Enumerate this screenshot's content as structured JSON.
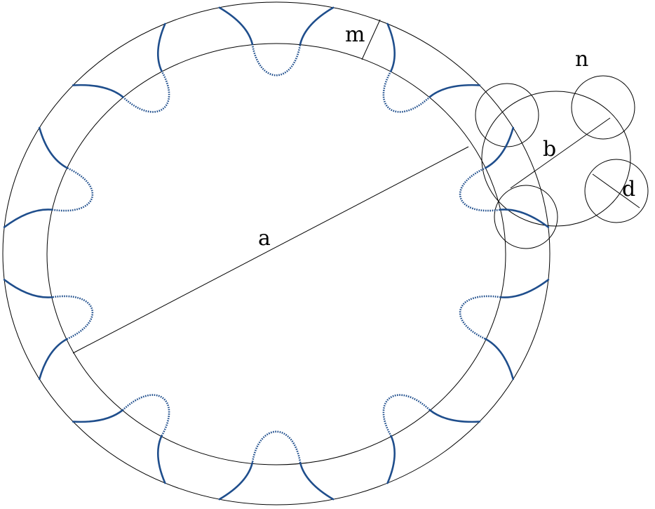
{
  "labels": {
    "a": "a",
    "b": "b",
    "m": "m",
    "n": "n",
    "d": "d"
  },
  "colors": {
    "profile": "#1f4e8c",
    "line": "#000000",
    "background": "#ffffff"
  },
  "ring_teeth": 10
}
